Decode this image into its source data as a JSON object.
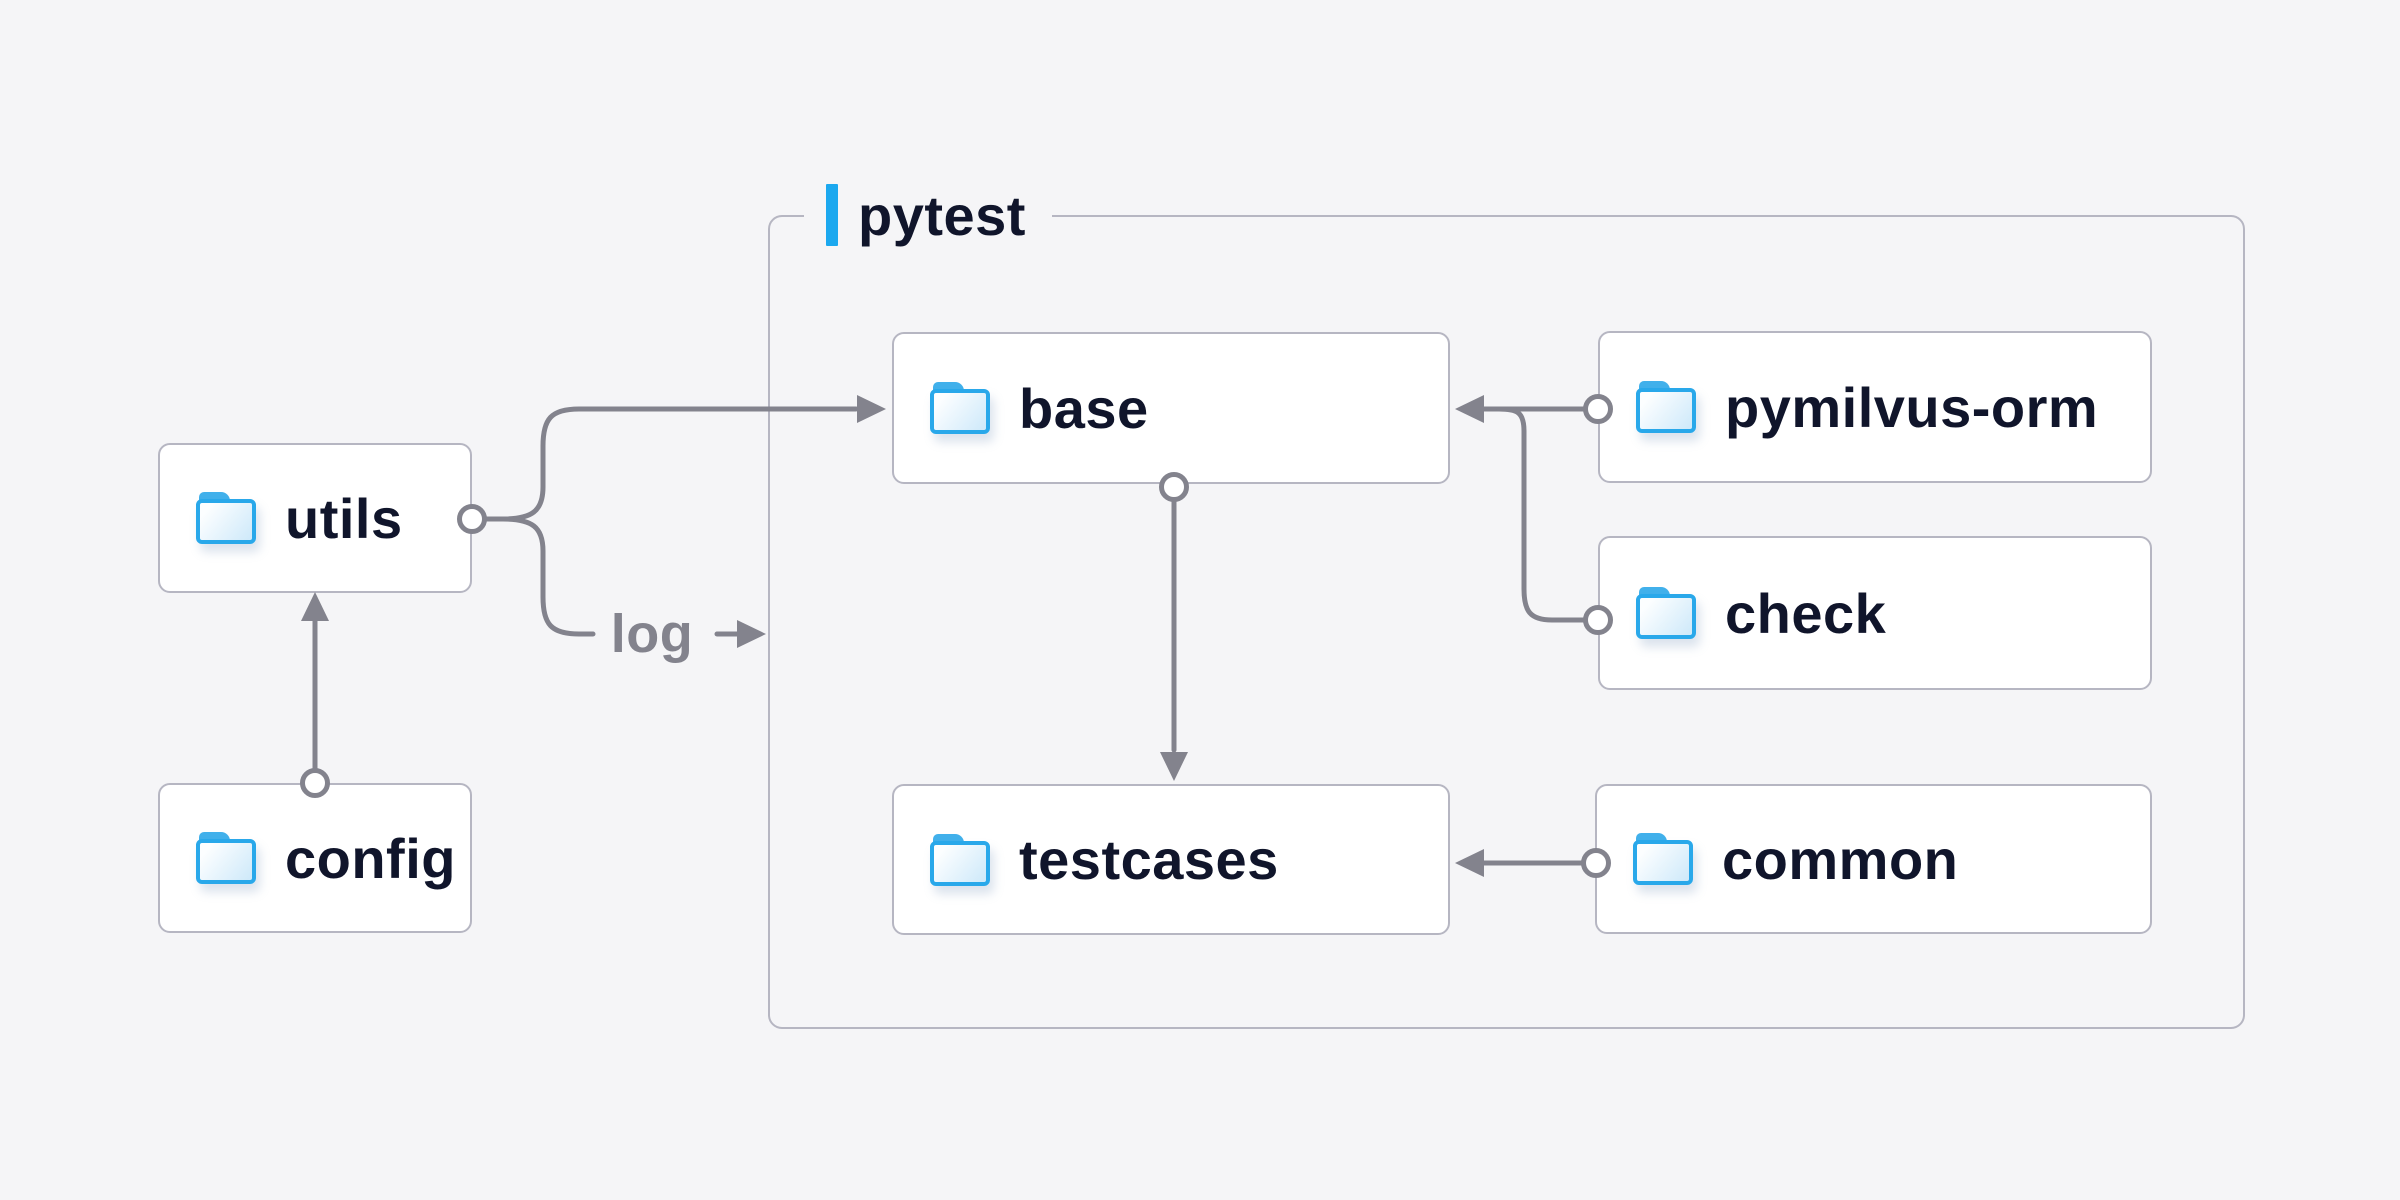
{
  "diagram": {
    "group": {
      "label": "pytest"
    },
    "nodes": [
      {
        "id": "utils",
        "label": "utils"
      },
      {
        "id": "config",
        "label": "config"
      },
      {
        "id": "base",
        "label": "base"
      },
      {
        "id": "pymilvus-orm",
        "label": "pymilvus-orm"
      },
      {
        "id": "check",
        "label": "check"
      },
      {
        "id": "testcases",
        "label": "testcases"
      },
      {
        "id": "common",
        "label": "common"
      }
    ],
    "edge_label_log": "log",
    "edges": [
      {
        "from": "config",
        "to": "utils"
      },
      {
        "from": "utils",
        "to": "base"
      },
      {
        "from": "utils",
        "to": "pytest-group",
        "label": "log"
      },
      {
        "from": "pymilvus-orm",
        "to": "base"
      },
      {
        "from": "check",
        "to": "base"
      },
      {
        "from": "base",
        "to": "testcases"
      },
      {
        "from": "common",
        "to": "testcases"
      }
    ],
    "icons": [
      "folder-icon"
    ],
    "colors": {
      "background": "#F5F5F7",
      "node_fill": "#FFFFFF",
      "node_border": "#B6B6C2",
      "connector_gray": "#83838D",
      "text_navy": "#10152B",
      "accent_blue": "#1BA8EF",
      "folder_blue": "#29A8EA"
    }
  }
}
